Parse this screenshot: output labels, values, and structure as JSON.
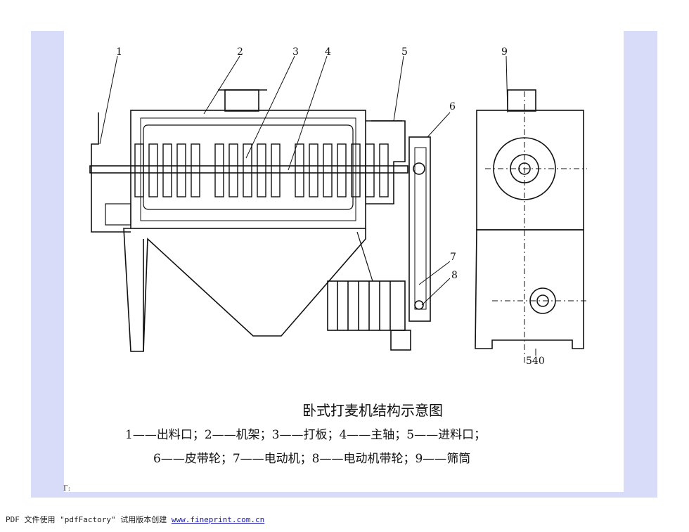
{
  "diagram": {
    "callouts": [
      "1",
      "2",
      "3",
      "4",
      "5",
      "6",
      "7",
      "8",
      "9"
    ],
    "dimension": "540"
  },
  "caption": {
    "title": "卧式打麦机结构示意图",
    "legend_line1": "1——出料口；2——机架；3——打板；4——主轴；5——进料口；",
    "legend_line2": "6——皮带轮；7——电动机；8——电动机带轮；9——筛筒"
  },
  "stray_mark": "Г:",
  "footer": {
    "prefix": "PDF 文件使用 \"pdfFactory\" 试用版本创建 ",
    "link": "www.fineprint.com.cn"
  }
}
